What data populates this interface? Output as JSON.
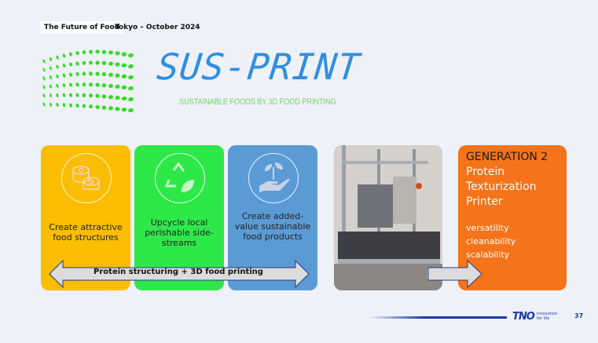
{
  "header": {
    "event_tag": "The Future of Food",
    "location_date": "Tokyo – October 2024"
  },
  "logo": {
    "title": "SUS-PRINT",
    "subtitle": "SUSTAINABLE FOODS BY 3D FOOD PRINTING",
    "dot_color": "#33dd22"
  },
  "cards": [
    {
      "text": "Create attractive food structures",
      "color": "#fbbd00",
      "icon": "food-structure-icon"
    },
    {
      "text": "Upcycle local perishable side-streams",
      "color": "#2ee84a",
      "icon": "recycle-leaf-icon"
    },
    {
      "text": "Create added-value sustainable food products",
      "color": "#5b9bd5",
      "icon": "hand-plant-icon"
    }
  ],
  "arrow_label": "Protein structuring + 3D food printing",
  "generation": {
    "heading": "GENERATION 2",
    "title": "Protein Texturization Printer",
    "properties": [
      "versatility",
      "cleanability",
      "scalability"
    ]
  },
  "footer": {
    "brand": "TNO",
    "tagline_1": "innovation",
    "tagline_2": "for life",
    "page_number": "37"
  }
}
